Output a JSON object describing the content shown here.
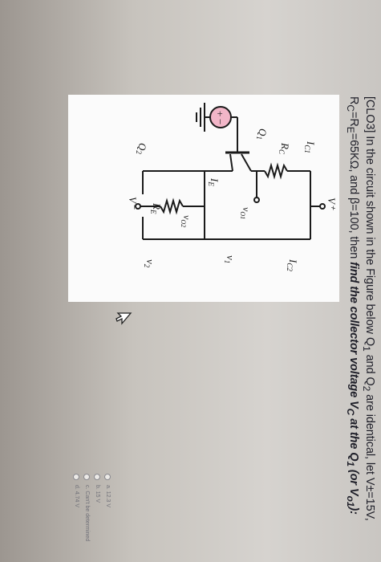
{
  "question": {
    "line1_pre": "[CLO3] In the circuit shown in the Figure below Q",
    "line1_sub1": "1",
    "line1_mid": " and Q",
    "line1_sub2": "2",
    "line1_post": " are identical, let V±=15V,",
    "line2_pre": "R",
    "line2_sub1": "C",
    "line2_mid1": "=R",
    "line2_sub2": "E",
    "line2_mid2": "=65KΩ, and β=100, then ",
    "line2_bold": "find the collector voltage V",
    "line2_bsub1": "C",
    "line2_bold2": " at the Q",
    "line2_bsub2": "1",
    "line2_bold3": " (or V",
    "line2_bsub3": "o1",
    "line2_bold4": "):"
  },
  "figure": {
    "vplus": "V⁺",
    "vminus": "V⁻",
    "rc": "R",
    "rc_sub": "C",
    "re": "R",
    "re_sub": "E",
    "ic1": "I",
    "ic1_sub": "C1",
    "ic2": "I",
    "ic2_sub": "C2",
    "ie": "I",
    "ie_sub": "E",
    "q1": "Q",
    "q1_sub": "1",
    "q2": "Q",
    "q2_sub": "2",
    "vo1": "v",
    "vo1_sub": "O1",
    "vo2": "v",
    "vo2_sub": "O2",
    "v1": "v",
    "v1_sub": "1",
    "v2": "v",
    "v2_sub": "2",
    "plus": "+",
    "minus": "−"
  },
  "options": [
    {
      "label": "a. 12.3 V"
    },
    {
      "label": "b. 15 V"
    },
    {
      "label": "c. Can't be determined"
    },
    {
      "label": "d. 4.74 V"
    }
  ],
  "colors": {
    "source_fill": "#f2b6c8",
    "figure_bg": "#fbfbfb"
  },
  "icons": {
    "cursor": "mouse-pointer-icon",
    "radio": "radio-button-icon"
  }
}
